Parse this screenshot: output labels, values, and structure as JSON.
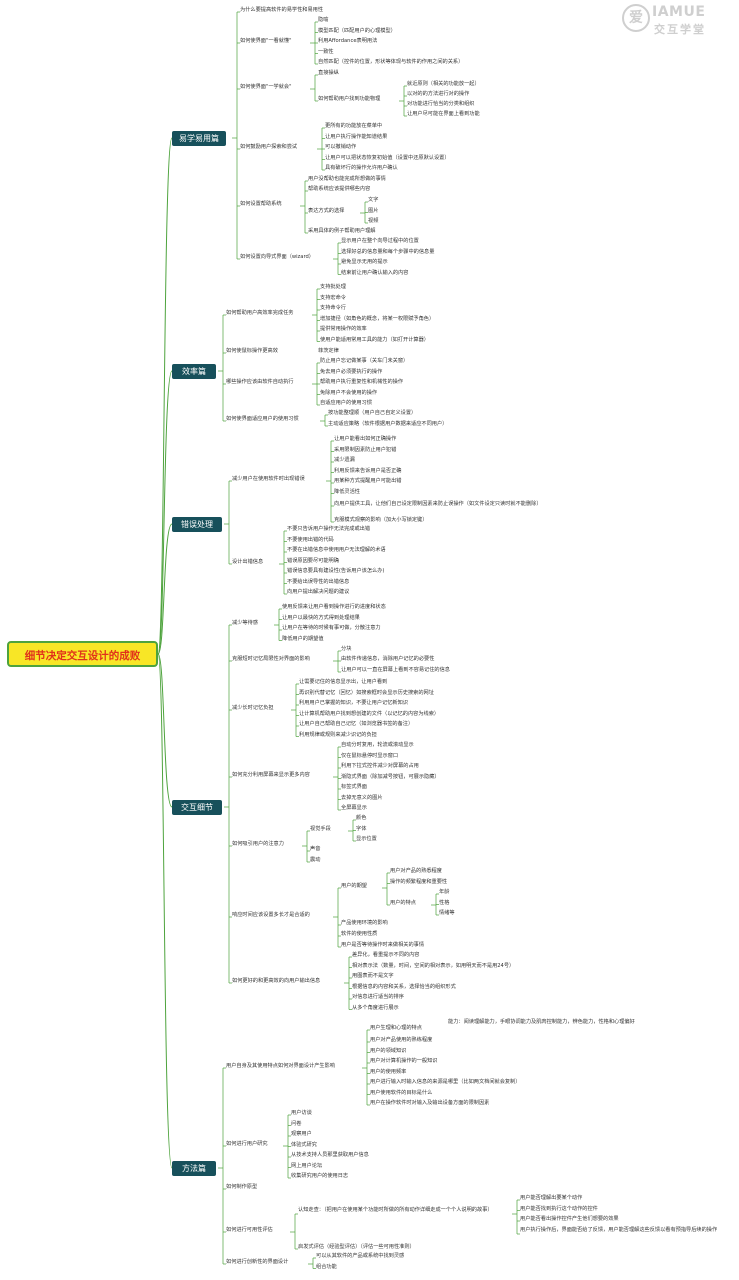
{
  "logo": {
    "mark": "爱",
    "line1": "IAMUE",
    "line2": "交互学堂"
  },
  "root": "细节决定交互设计的成败",
  "categories": [
    "易学易用篇",
    "效率篇",
    "错误处理",
    "交互细节",
    "方法篇"
  ],
  "a": {
    "q1": "为什么要提高软件的易学性和易用性",
    "q2": "如何使界面\"一看就懂\"",
    "q2i": [
      "隐喻",
      "模型匹配（匹配用户的心理模型）",
      "利用Affordance表明用法",
      "一致性",
      "自然匹配（控件的位置，形状等体现与软件的作用之间的关系）"
    ],
    "q3": "如何使界面\"一学就会\"",
    "q3a": "直接操纵",
    "q3b": "如何帮助用户找到功能物理",
    "q3bi": [
      "就近原则（相关的功能放一起）",
      "以对的的方法进行对的操作",
      "对功能进行恰当的分类和组织",
      "让用户尽可能在界面上看到功能"
    ],
    "q4": "如何鼓励用户探索和尝试",
    "q4i": [
      "更所有的功能放在菜单中",
      "让用户执行操作能知道结果",
      "可以撤销动作",
      "让用户可以把状态恢复初始值（设置中还原默认设置）",
      "具有破坏行的操作允许用户确认"
    ],
    "q5": "如何设置帮助系统",
    "q5a": "用户没帮助也能完成所想做的事情",
    "q5b": "帮助系统应该提供哪些内容",
    "q5c": "表达方式的选择",
    "q5ci": [
      "文字",
      "图片",
      "视频"
    ],
    "q5d": "采用具体的例子帮助用户理解",
    "q6": "如何设置向导式界面（wizard）",
    "q6i": [
      "显示用户在整个向导过程中的位置",
      "选择好总的信息量和每个步骤中的信息量",
      "避免显示无用的提示",
      "结束前让用户确认输入的内容"
    ]
  },
  "b": {
    "q1": "如何帮助用户高效率完成任务",
    "q1i": [
      "支持批处理",
      "支持宏命令",
      "支持命令行",
      "增加捷径（如角色的概念，将某一权限赋予角色）",
      "提供常用操作的效率",
      "使用户能适用常用工具的能力（如打开计算器）"
    ],
    "q2": "如何使鼠标操作更高效",
    "q2a": "菲茨定律",
    "q3": "哪些操作应该由软件自动执行",
    "q3i": [
      "防止用户忘记做某事（关车门未关窗）",
      "免去用户必须要执行的操作",
      "帮助用户执行重复性和机械性的操作",
      "免除用户不会使用的操作",
      "自适应用户的使用习惯"
    ],
    "q4": "如何使界面适应用户的使用习惯",
    "q4i": [
      "按功能整理顺（用户自己自定义设置）",
      "主动适应策略（软件根据用户数据来适应不同用户）"
    ]
  },
  "c": {
    "q1": "减少用户在使用软件时出现错误",
    "q1i": [
      "让用户能看出如何正确操作",
      "采用限制因素防止用户犯错",
      "减少遗漏",
      "利用反馈来告诉用户是否正确",
      "用某种方式提醒用户可能出错",
      "降低灵活性",
      "向用户提供工具，让他们自己设定限制因素来防止误操作（如文件设定只读时就不能删除）",
      "克服模式观察的影响（加大小写锁定键）"
    ],
    "q2": "设计出错信息",
    "q2i": [
      "不要只告诉用户操作无法完成或出错",
      "不要使用出错的代码",
      "不要在出错信息中使用用户无法理解的术语",
      "错误原因要尽可能明确",
      "错误信息要具有建设性(告诉用户该怎么办)",
      "不要给出误导性的出错信息",
      "向用户提出解决问题的建议"
    ]
  },
  "d": {
    "q1": "减少等待感",
    "q1i": [
      "使用反馈来让用户看到操作进行的进度和状态",
      "让用户以最快的方式得到处理结果",
      "让用户在等待的时候有事可做，分散注意力",
      "降低用户的期望值"
    ],
    "q2": "克服短时记忆局限性对界面的影响",
    "q2a": "分块",
    "q2i": [
      "由软件传递信息，消除用户记忆的必要性",
      "让用户可以一直在屏幕上看到不容易记住的信息"
    ],
    "q3": "减少长时记忆负担",
    "q3i": [
      "让需要记住的信息显示出，让用户看到",
      "再识别代替记忆（回忆）如搜索框时会显示历史搜索的网址",
      "利用用户已掌握的知识，不要让用户记忆新知识",
      "让计算机帮助用户找到想创建的文件（以记忆的内容为线索）",
      "让用户自己帮助自己记忆（如浏览器书签的备注）",
      "利用规律或规则来减少识记的负担"
    ],
    "q4": "如何充分利用屏幕来显示更多内容",
    "q4i": [
      "自动分时复用，轮流或滚动显示",
      "仅在鼠标悬停时显示窗口",
      "利用下拉式控件减少对屏幕的占用",
      "渐隐式界面（除加减号按钮，可展示隐藏）",
      "标签式界面",
      "去掉无意义的图片",
      "全屏幕显示"
    ],
    "q5": "如何吸引用户的注意力",
    "q5a": "视觉手段",
    "q5ai": [
      "颜色",
      "字体",
      "显示位置"
    ],
    "q5b": "声音",
    "q5c": "震动",
    "q6": "响应时间应该设置多长才是合适的",
    "q6a": "用户的期望",
    "q6ai": [
      "用户对产品的熟悉程度",
      "操作的频繁程度和重要性"
    ],
    "q6b": "用户的特点",
    "q6bi": [
      "年龄",
      "性格",
      "情绪等"
    ],
    "q6c": "产品使用环境的影响",
    "q6d": "软件的使用性质",
    "q6e": "用户是否等待操作时来做相关的事情",
    "q7": "如何更好的和更高效的向用户输出信息",
    "q7i": [
      "差异化，看重提示不同的内容",
      "相对表示法（数量，时间，空间的相对表示，如用明天而不是用24号）",
      "用图表而不是文字",
      "根据信息的内容和关系，选择恰当的组织形式",
      "对信息进行适当的排序",
      "从多个角度进行展示"
    ]
  },
  "e": {
    "q1": "用户自身及其使用特点如何对界面设计产生影响",
    "q1a": "用户生理和心理的特点",
    "q1ad": "能力：阅读理解能力，手眼协调能力及肌肉控制能力，辨色能力，性格和心理偏好",
    "q1i": [
      "用户对产品使用的熟练程度",
      "用户的领域知识",
      "用户对计算机操作的一般知识",
      "用户的使用频率",
      "用户进行输入时输入信息的来源是哪里（比如两文档间就会复制）",
      "用户使用软件的目标是什么",
      "用户在操作软件时对输入及输出设备方面的限制因素"
    ],
    "q2": "如何进行用户研究",
    "q2i": [
      "用户访谈",
      "问卷",
      "观察用户",
      "体验式研究",
      "从技术支持人员那里获取用户信息",
      "网上用户论坛",
      "收集研究用户的使用日志"
    ],
    "q3": "如何制作原型",
    "q4": "如何进行可用性评估",
    "q4a": "认知走查：（把用户在使用某个功能时所做的所有动作详细走成一个个人说明的故事）",
    "q4ai": [
      "用户能否理解出要某个动作",
      "用户能否找到执行这个动作的控件",
      "用户能否看出操作控件产生他们想要的效果",
      "用户执行操作后，界面能否给了反馈，用户能否理解这些反馈以看有预指导后续的操作"
    ],
    "q4b": "启发式评估（经验型评估）（评估一些可用性准则）",
    "q5": "如何进行创新性的界面设计",
    "q5i": [
      "可以从其软件的产品或系统中找到灵感",
      "组合功能"
    ]
  }
}
